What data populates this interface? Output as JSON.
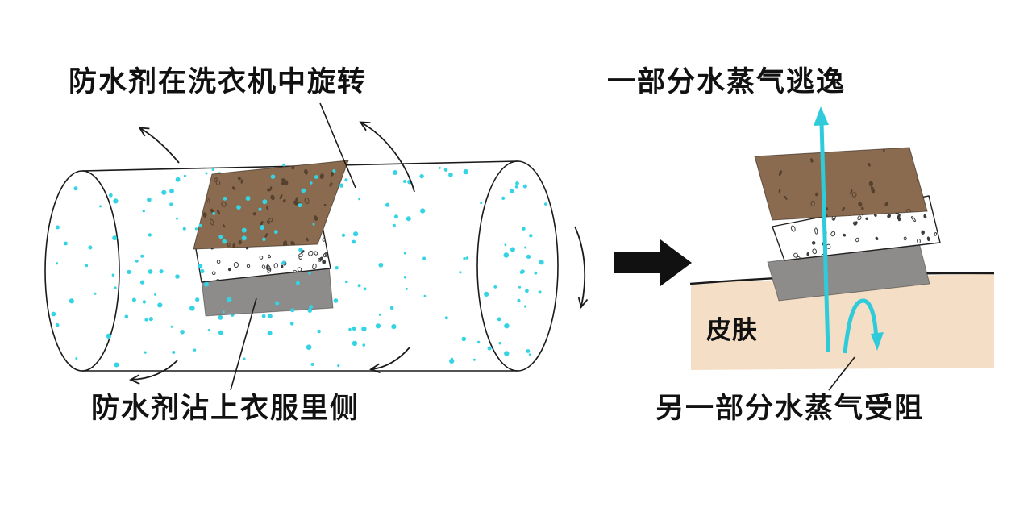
{
  "washer": {
    "top_label": "防水剂在洗衣机中旋转",
    "bottom_label": "防水剂沾上衣服里侧"
  },
  "skin": {
    "top_label": "一部分水蒸气逃逸",
    "bottom_label": "另一部分水蒸气受阻",
    "surface_label": "皮肤"
  },
  "colors": {
    "ink": "#1a1a1a",
    "agent_dot": "#35d4e4",
    "vapor_arrow": "#2fcbdb",
    "fabric_brown": "#8a6b50",
    "fabric_gray": "#8e8c8a",
    "membrane_white": "#ffffff",
    "speckle": "#3c3c3c",
    "brown_speckle": "#55412e",
    "skin_fill": "#f4dec6",
    "transition_arrow": "#111111"
  }
}
